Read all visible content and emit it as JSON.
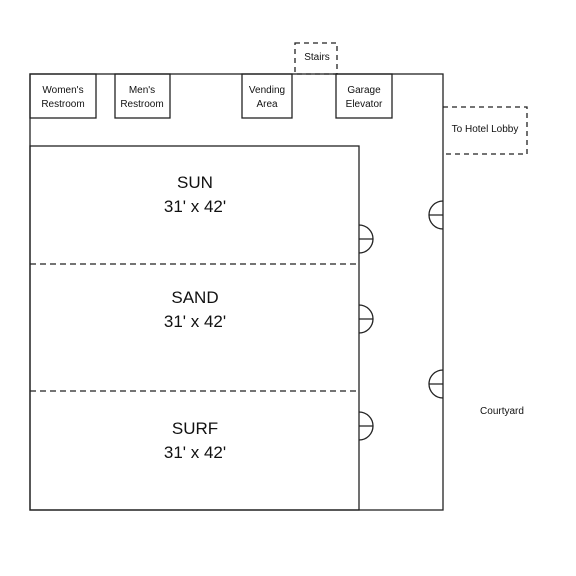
{
  "colors": {
    "line": "#222222",
    "background": "#ffffff"
  },
  "stairs": {
    "label": "Stairs"
  },
  "hotel_lobby": {
    "label": "To Hotel Lobby"
  },
  "courtyard": {
    "label": "Courtyard"
  },
  "facilities": {
    "womens_restroom": {
      "line1": "Women's",
      "line2": "Restroom"
    },
    "mens_restroom": {
      "line1": "Men's",
      "line2": "Restroom"
    },
    "vending_area": {
      "line1": "Vending",
      "line2": "Area"
    },
    "garage_elevator": {
      "line1": "Garage",
      "line2": "Elevator"
    }
  },
  "rooms": [
    {
      "name": "SUN",
      "dimensions": "31' x 42'"
    },
    {
      "name": "SAND",
      "dimensions": "31' x 42'"
    },
    {
      "name": "SURF",
      "dimensions": "31' x 42'"
    }
  ]
}
